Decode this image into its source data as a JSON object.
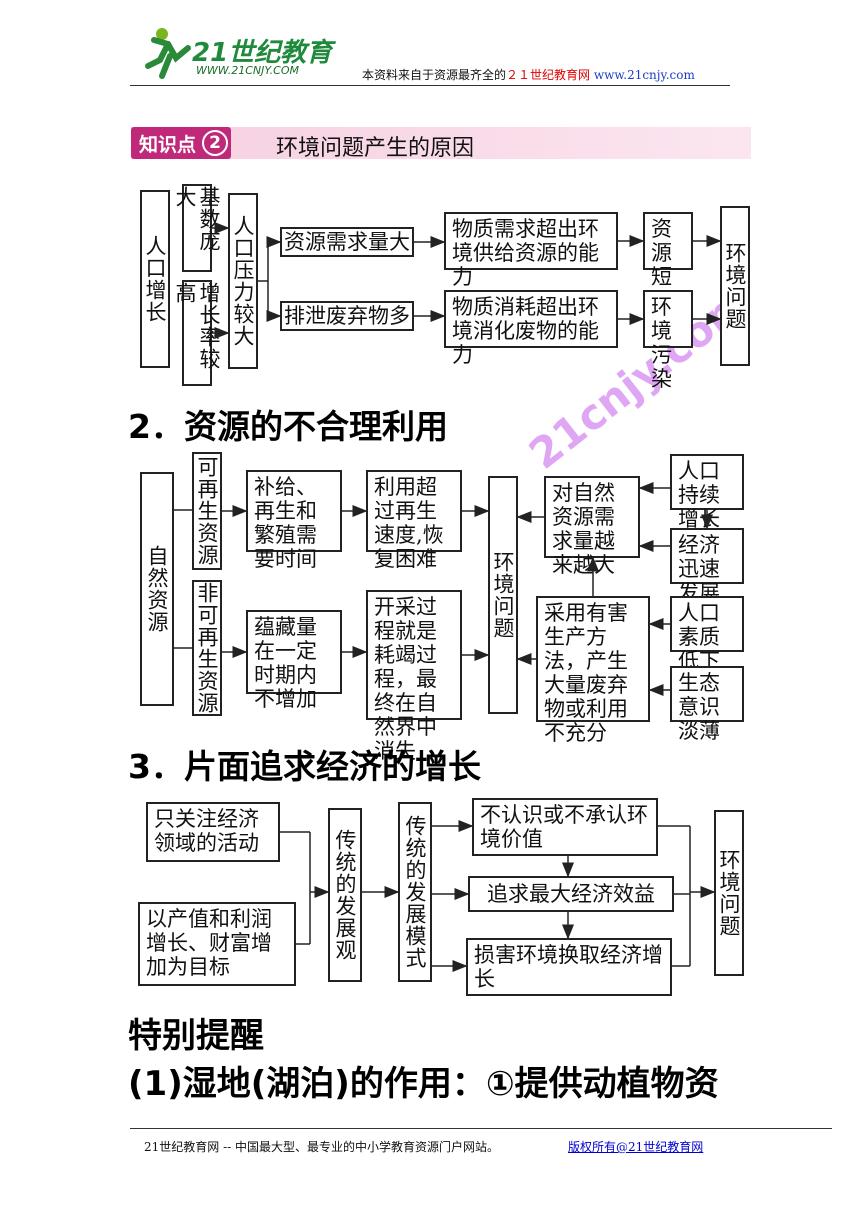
{
  "header": {
    "logo_text": "21世纪教育",
    "logo_url": "WWW.21CNJY.COM",
    "source_prefix": "本资料来自于资源最齐全的",
    "source_site": "２１世纪教育网",
    "source_url": "www.21cnjy.com"
  },
  "section1": {
    "badge": "知识点",
    "badge_num": "2",
    "title": "环境问题产生的原因",
    "boxes": {
      "pop_growth": "人口增长",
      "base_large": "基数庞大",
      "rate_high": "增长率较高",
      "pressure": "人口压力较大",
      "demand": "资源需求量大",
      "waste": "排泄废弃物多",
      "exceed1": "物质需求超出环境供给资源的能力",
      "exceed2": "物质消耗超出环境消化废物的能力",
      "shortage": "资源短缺",
      "pollution": "环境污染",
      "problem": "环境问题"
    }
  },
  "section2": {
    "title": "2．资源的不合理利用",
    "boxes": {
      "natural": "自然资源",
      "renewable": "可再生资源",
      "nonrenewable": "非可再生资源",
      "regen": "补给、再生和繁殖需要时间",
      "overuse": "利用超过再生速度,恢复困难",
      "reserve": "蕴藏量在一定时期内不增加",
      "exhaust": "开采过程就是耗竭过程，最终在自然界中消失",
      "problem": "环境问题",
      "demand": "对自然资源需求量越来越大",
      "harmful": "采用有害生产方法，产生大量废弃物或利用不充分",
      "pop_growth": "人口持续增长",
      "econ_dev": "经济迅速发展",
      "pop_quality": "人口素质低下",
      "eco_aware": "生态意识淡薄"
    }
  },
  "section3": {
    "title": "3．片面追求经济的增长",
    "boxes": {
      "focus": "只关注经济领域的活动",
      "goal": "以产值和利润增长、财富增加为目标",
      "view": "传统的发展观",
      "mode": "传统的发展模式",
      "notrecog": "不认识或不承认环境价值",
      "maxbenefit": "追求最大经济效益",
      "harm": "损害环境换取经济增长",
      "problem": "环境问题"
    }
  },
  "reminder": {
    "title": "特别提醒",
    "line": "(1)湿地(湖泊)的作用：①提供动植物资"
  },
  "footer": {
    "left": "21世纪教育网 -- 中国最大型、最专业的中小学教育资源门户网站。",
    "right": "版权所有@21世纪教育网"
  },
  "watermark": "21cnjy.com"
}
